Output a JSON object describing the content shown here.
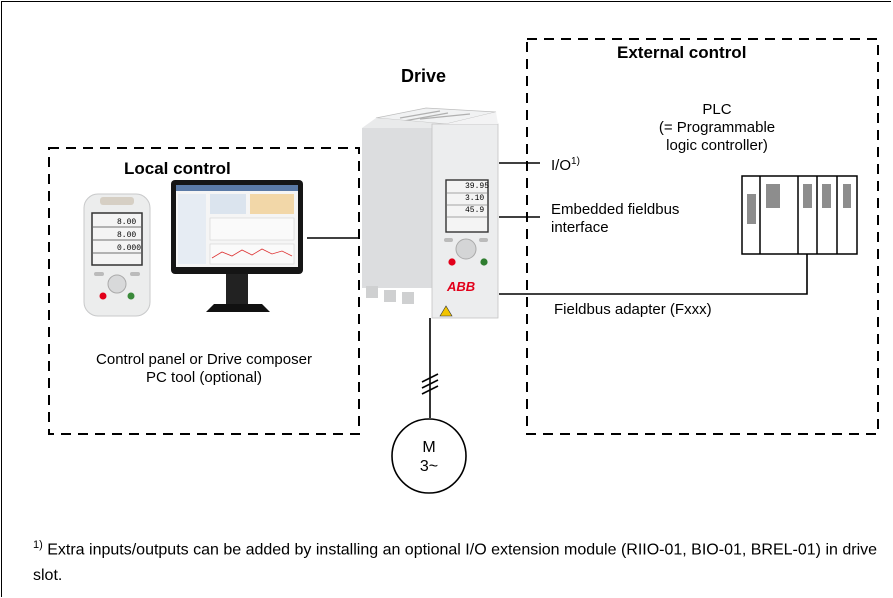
{
  "title": "Drive",
  "local_control": {
    "heading": "Local control",
    "caption_line1": "Control panel or Drive composer",
    "caption_line2": "PC tool (optional)"
  },
  "external_control": {
    "heading": "External control",
    "plc_line1": "PLC",
    "plc_line2": "(= Programmable",
    "plc_line3": "logic controller)"
  },
  "connections": {
    "io": "I/O",
    "io_note": "1)",
    "fieldbus_line1": "Embedded fieldbus",
    "fieldbus_line2": "interface",
    "adapter": "Fieldbus adapter (Fxxx)"
  },
  "motor": {
    "letter": "M",
    "phase": "3~"
  },
  "drive_panel": {
    "brand": "ABB",
    "readings": [
      "39.95",
      "3.10",
      "45.9"
    ]
  },
  "control_panel": {
    "readings": [
      "8.00",
      "8.00",
      "0.000"
    ]
  },
  "footnote": {
    "marker": "1)",
    "text": "Extra inputs/outputs can be added by installing an optional I/O extension module (RIIO-01, BIO-01, BREL-01) in drive slot."
  },
  "colors": {
    "abb_red": "#e2001a",
    "drive_body": "#e8e9ea",
    "screen": "#1a1a1a"
  }
}
